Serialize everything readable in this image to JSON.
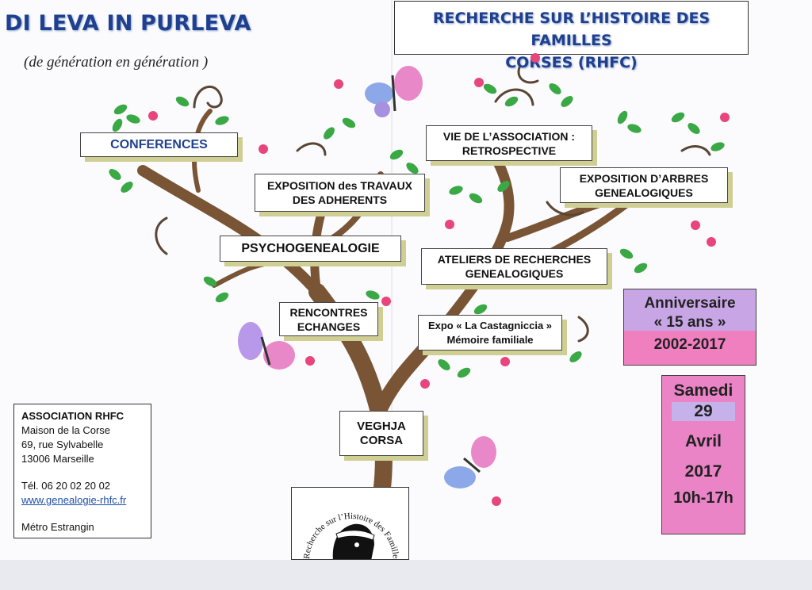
{
  "header": {
    "title": "DI LEVA IN PURLEVA",
    "subtitle": "(de génération en génération )",
    "org_line1": "RECHERCHE SUR L’HISTOIRE DES FAMILLES",
    "org_line2": "CORSES (RHFC)"
  },
  "branches": {
    "conferences": "CONFERENCES",
    "exposition_travaux_1": "EXPOSITION des TRAVAUX",
    "exposition_travaux_2": "DES ADHERENTS",
    "vie_association_1": "VIE DE L’ASSOCIATION :",
    "vie_association_2": "RETROSPECTIVE",
    "exposition_arbres_1": "EXPOSITION D’ARBRES",
    "exposition_arbres_2": "GENEALOGIQUES",
    "psychogenealogie": "PSYCHOGENEALOGIE",
    "ateliers_1": "ATELIERS DE RECHERCHES",
    "ateliers_2": "GENEALOGIQUES",
    "rencontres_1": "RENCONTRES",
    "rencontres_2": "ECHANGES",
    "expo_castagniccia_1": "Expo « La Castagniccia »",
    "expo_castagniccia_2": "Mémoire familiale",
    "veghja_1": "VEGHJA",
    "veghja_2": "CORSA"
  },
  "anniversary": {
    "line1": "Anniversaire",
    "line2": "« 15 ans »",
    "line3": "2002-2017"
  },
  "event_date": {
    "day_name": "Samedi",
    "day": "29",
    "month": "Avril",
    "year": "2017",
    "hours": "10h-17h"
  },
  "contact": {
    "org": "ASSOCIATION RHFC",
    "line1": "Maison de la Corse",
    "line2": "69, rue Sylvabelle",
    "line3": "13006 Marseille",
    "phone": "Tél. 06 20 02 20 02",
    "website": "www.genealogie-rhfc.fr",
    "metro": "Métro Estrangin"
  },
  "logo": {
    "circular_text": "Recherche sur l’Histoire des Familles Corses"
  },
  "colors": {
    "title_blue": "#1f3f8f",
    "trunk_brown": "#7a5535",
    "leaf_green": "#3aa845",
    "flower_pink": "#e8457c",
    "butterfly_pink": "#e888c8",
    "butterfly_blue": "#8da8e8",
    "anniv_purple": "#c8a6e6",
    "date_pink": "#ea84c6"
  }
}
